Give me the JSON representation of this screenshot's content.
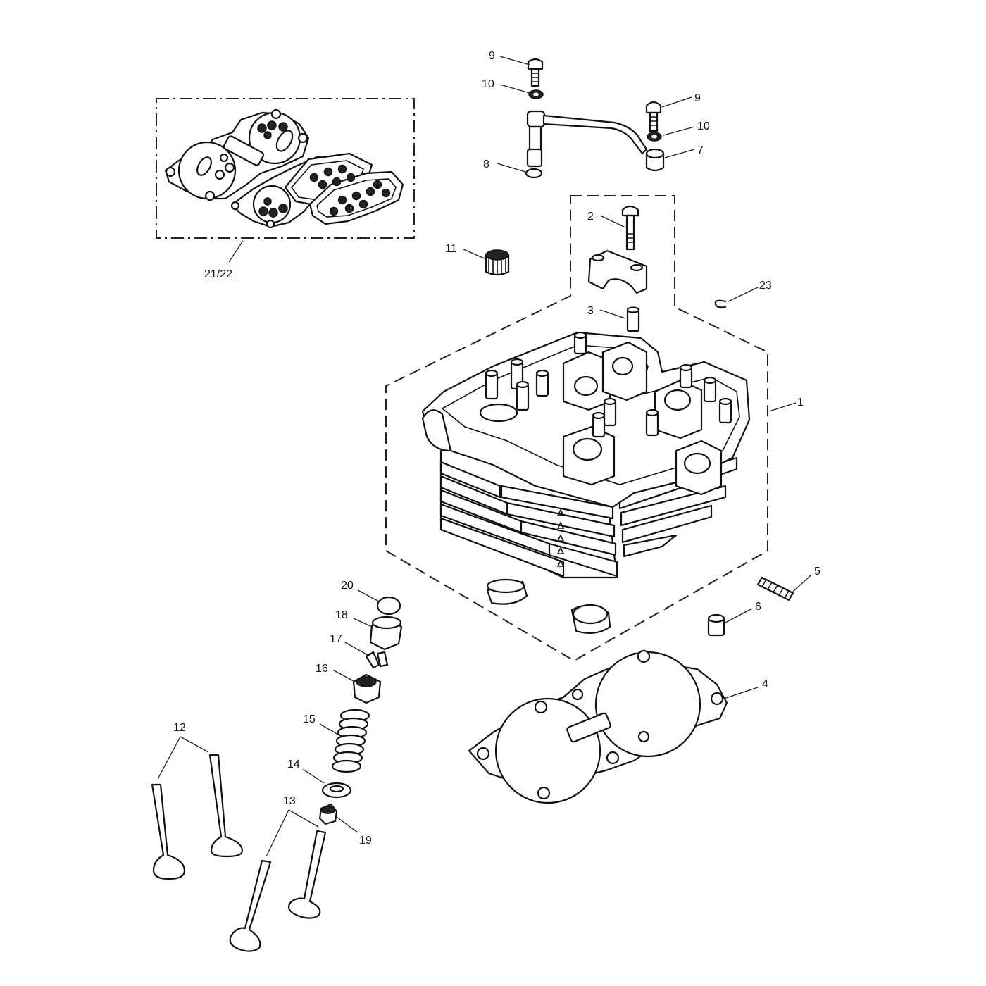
{
  "callouts": {
    "c1": "1",
    "c2": "2",
    "c3": "3",
    "c4": "4",
    "c5": "5",
    "c6": "6",
    "c7": "7",
    "c8": "8",
    "c9a": "9",
    "c9b": "9",
    "c10a": "10",
    "c10b": "10",
    "c11": "11",
    "c12": "12",
    "c13": "13",
    "c14": "14",
    "c15": "15",
    "c16": "16",
    "c17": "17",
    "c18": "18",
    "c19": "19",
    "c20": "20",
    "c2122": "21/22",
    "c23": "23"
  }
}
